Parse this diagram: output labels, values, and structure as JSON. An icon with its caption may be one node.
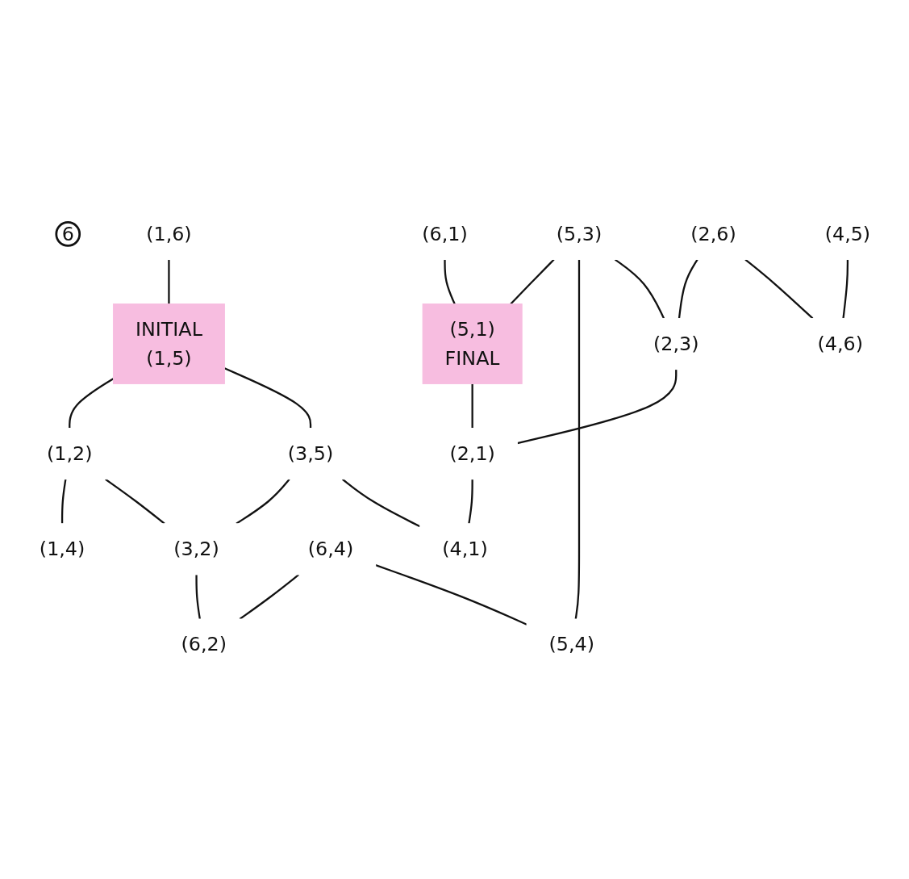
{
  "diagram": {
    "nodes": [
      {
        "text": [
          "6"
        ]
      },
      {
        "text": [
          "(1,6)"
        ]
      },
      {
        "text": [
          "INITIAL",
          "(1,5)"
        ]
      },
      {
        "text": [
          "(1,2)"
        ]
      },
      {
        "text": [
          "(1,4)"
        ]
      },
      {
        "text": [
          "(3,5)"
        ]
      },
      {
        "text": [
          "(3,2)"
        ]
      },
      {
        "text": [
          "(6,1)"
        ]
      },
      {
        "text": [
          "(6,4)"
        ]
      },
      {
        "text": [
          "(6,2)"
        ]
      },
      {
        "text": [
          "(5,3)"
        ]
      },
      {
        "text": [
          "(5,4)"
        ]
      },
      {
        "text": [
          "(5,1)",
          "FINAL"
        ]
      },
      {
        "text": [
          "(2,6)"
        ]
      },
      {
        "text": [
          "(2,3)"
        ]
      },
      {
        "text": [
          "(2,1)"
        ]
      },
      {
        "text": [
          "(4,1)"
        ]
      },
      {
        "text": [
          "(4,5)"
        ]
      },
      {
        "text": [
          "(4,6)"
        ]
      }
    ],
    "edges": [
      {
        "from": 1,
        "to": 2,
        "arrow": "none"
      },
      {
        "from": 2,
        "to": 3,
        "arrow": "none"
      },
      {
        "from": 3,
        "to": 4,
        "arrow": "none"
      },
      {
        "from": 2,
        "to": 5,
        "arrow": "none"
      },
      {
        "from": 3,
        "to": 6,
        "arrow": "none"
      },
      {
        "from": 5,
        "to": 6,
        "arrow": "none"
      },
      {
        "from": 6,
        "to": 9,
        "arrow": "none"
      },
      {
        "from": 7,
        "to": 12,
        "arrow": "none"
      },
      {
        "from": 8,
        "to": 9,
        "arrow": "none"
      },
      {
        "from": 8,
        "to": 11,
        "arrow": "none"
      },
      {
        "from": 10,
        "to": 12,
        "arrow": "none"
      },
      {
        "from": 10,
        "to": 11,
        "arrow": "none"
      },
      {
        "from": 10,
        "to": 14,
        "arrow": "none"
      },
      {
        "from": 12,
        "to": 15,
        "arrow": "none"
      },
      {
        "from": 13,
        "to": 14,
        "arrow": "none"
      },
      {
        "from": 14,
        "to": 15,
        "arrow": "none"
      },
      {
        "from": 13,
        "to": 18,
        "arrow": "none"
      },
      {
        "from": 15,
        "to": 16,
        "arrow": "none"
      },
      {
        "from": 17,
        "to": 18,
        "arrow": "none"
      },
      {
        "from": 5,
        "to": 16,
        "arrow": "none"
      }
    ]
  }
}
